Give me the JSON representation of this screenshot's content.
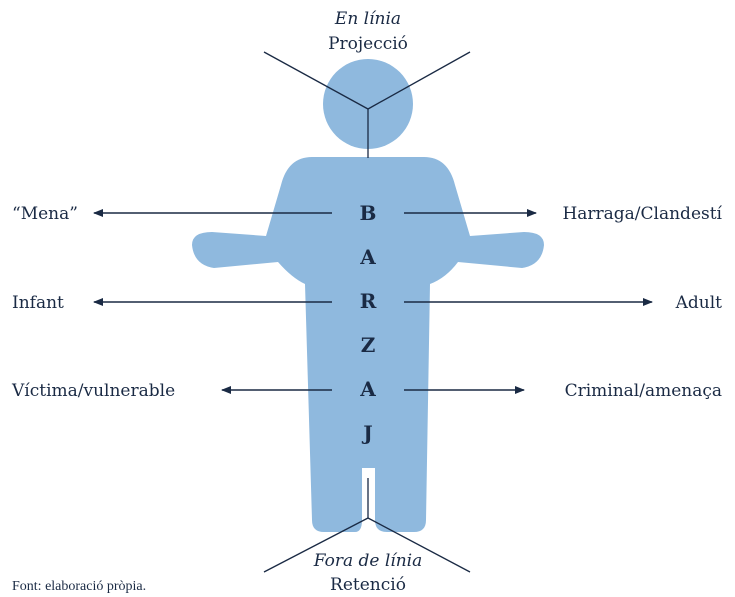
{
  "top": {
    "mode": "En línia",
    "label": "Projecció"
  },
  "bottom": {
    "mode": "Fora de línia",
    "label": "Retenció"
  },
  "letters": [
    "B",
    "A",
    "R",
    "Z",
    "A",
    "J"
  ],
  "left_labels": [
    "“Mena”",
    "Infant",
    "Víctima/vulnerable"
  ],
  "right_labels": [
    "Harraga/Clandestí",
    "Adult",
    "Criminal/amenaça"
  ],
  "source": "Font: elaboració pròpia.",
  "colors": {
    "figure": "#8fb9de",
    "ink": "#1a2a44"
  }
}
